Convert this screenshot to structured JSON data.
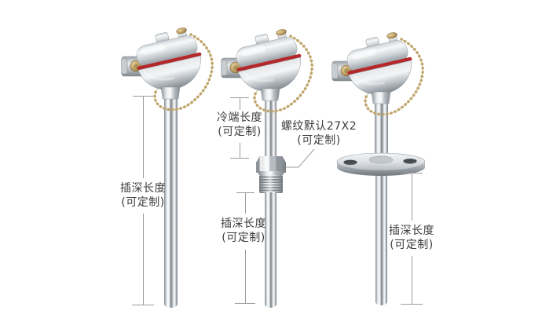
{
  "page": {
    "background": "#ffffff"
  },
  "colors": {
    "annotation_text": "#3c3c3c",
    "dimension_line": "#9b9b9b",
    "seal_ring_red": "#b5282a",
    "chain_brass": "#c0a56a",
    "steel_light": "#f5f6f7",
    "steel_dark": "#7e858b"
  },
  "figures": [
    {
      "name": "plain-thermocouple",
      "labels": {
        "insert_depth": {
          "line1": "插深长度",
          "line2": "(可定制)"
        }
      }
    },
    {
      "name": "threaded-thermocouple",
      "labels": {
        "cold_end": {
          "line1": "冷端长度",
          "line2": "(可定制)"
        },
        "thread": {
          "line1": "螺纹默认27X2",
          "line2": "(可定制)"
        },
        "insert_depth": {
          "line1": "插深长度",
          "line2": "(可定制)"
        }
      }
    },
    {
      "name": "flanged-thermocouple",
      "labels": {
        "insert_depth": {
          "line1": "插深长度",
          "line2": "(可定制)"
        }
      }
    }
  ]
}
